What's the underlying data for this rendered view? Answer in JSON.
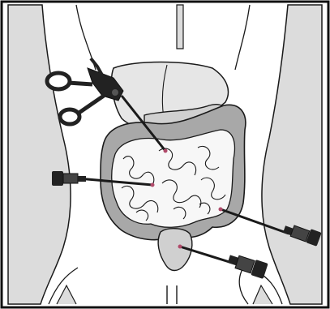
{
  "colors": {
    "outline": "#1a1a1a",
    "frame": "#111111",
    "background": "#ffffff",
    "body_fill": "#dcdcdc",
    "abdomen_fill": "#ffffff",
    "colon_fill": "#a8a8a8",
    "small_bowel_fill": "#f7f7f7",
    "liver_fill": "#e6e6e6",
    "stomach_fill": "#d0d0d0",
    "instrument_fill": "#222222",
    "insertion_point": "#b04a6a"
  },
  "icons": {
    "grasper": "laparoscopic-grasper-icon",
    "trocar": "trocar-port-icon"
  },
  "structures": [
    "torso",
    "liver",
    "stomach",
    "colon",
    "small-intestine",
    "bladder",
    "grasper",
    "trocar-left",
    "trocar-right-upper",
    "trocar-right-lower"
  ]
}
